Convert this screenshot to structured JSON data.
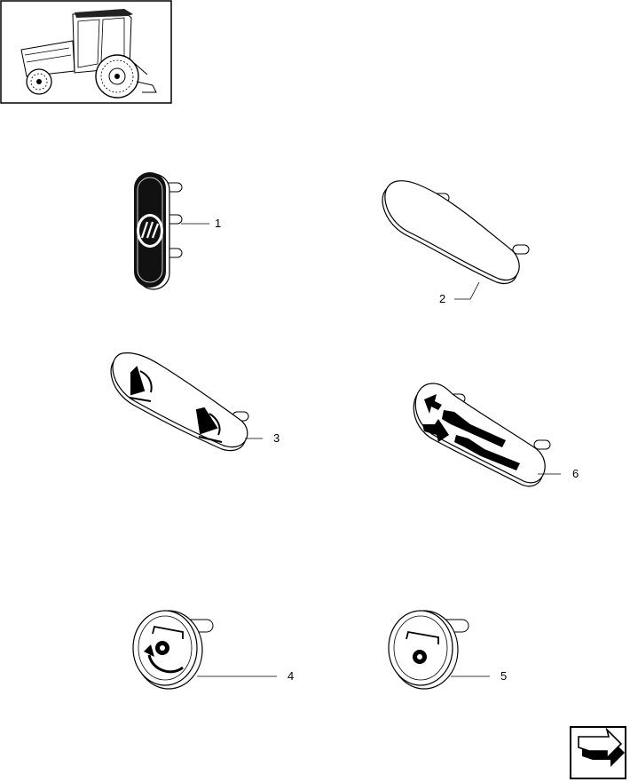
{
  "callouts": [
    {
      "id": "1",
      "text": "1"
    },
    {
      "id": "2",
      "text": "2"
    },
    {
      "id": "3",
      "text": "3"
    },
    {
      "id": "4",
      "text": "4"
    },
    {
      "id": "5",
      "text": "5"
    },
    {
      "id": "6",
      "text": "6"
    }
  ],
  "icons": {
    "thumbnail": "tractor-thumbnail-icon",
    "next_page": "next-page-arrow-icon",
    "part_1": "brand-logo-cap-icon",
    "part_2": "blank-cap-icon",
    "part_3": "linkage-position-cap-icon",
    "part_4": "pto-rotation-knob-icon",
    "part_5": "pto-knob-icon",
    "part_6": "cylinder-direction-cap-icon"
  },
  "colors": {
    "ink": "#000000",
    "paper": "#ffffff",
    "fill": "#f2f2f2"
  }
}
